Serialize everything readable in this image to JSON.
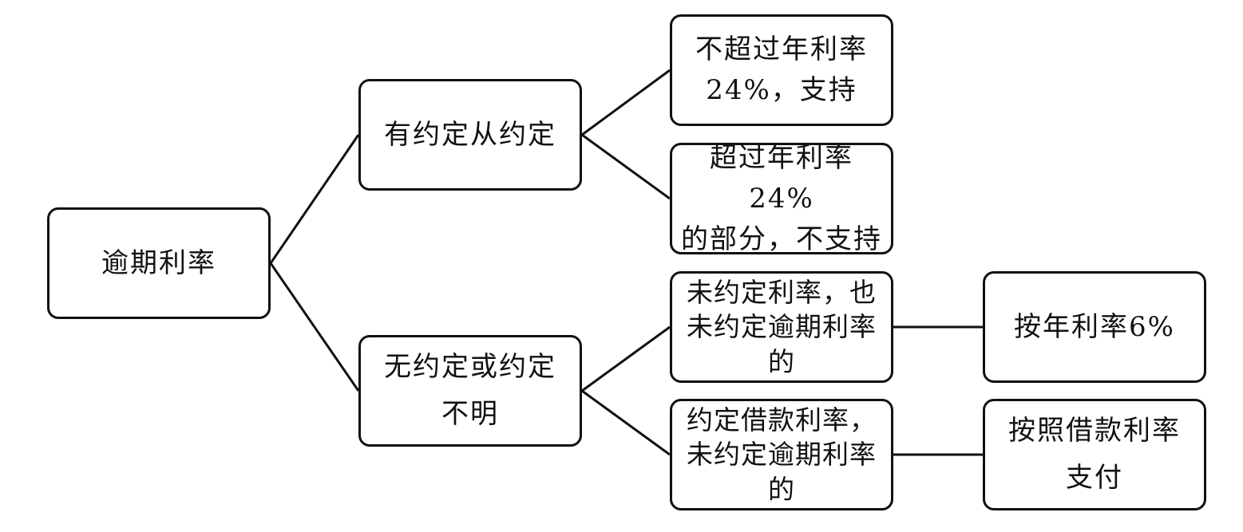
{
  "diagram": {
    "root": "逾期利率",
    "branch_agreed": "有约定从约定",
    "branch_unagreed": "无约定或约定\n不明",
    "agreed_within": "不超过年利率\n24%，支持",
    "agreed_over": "超过年利率24%\n的部分，不支持",
    "no_rate": "未约定利率，也\n未约定逾期利率\n的",
    "loan_rate_only": "约定借款利率，\n未约定逾期利率\n的",
    "result_6pct": "按年利率6%",
    "result_loan_rate": "按照借款利率\n支付"
  }
}
